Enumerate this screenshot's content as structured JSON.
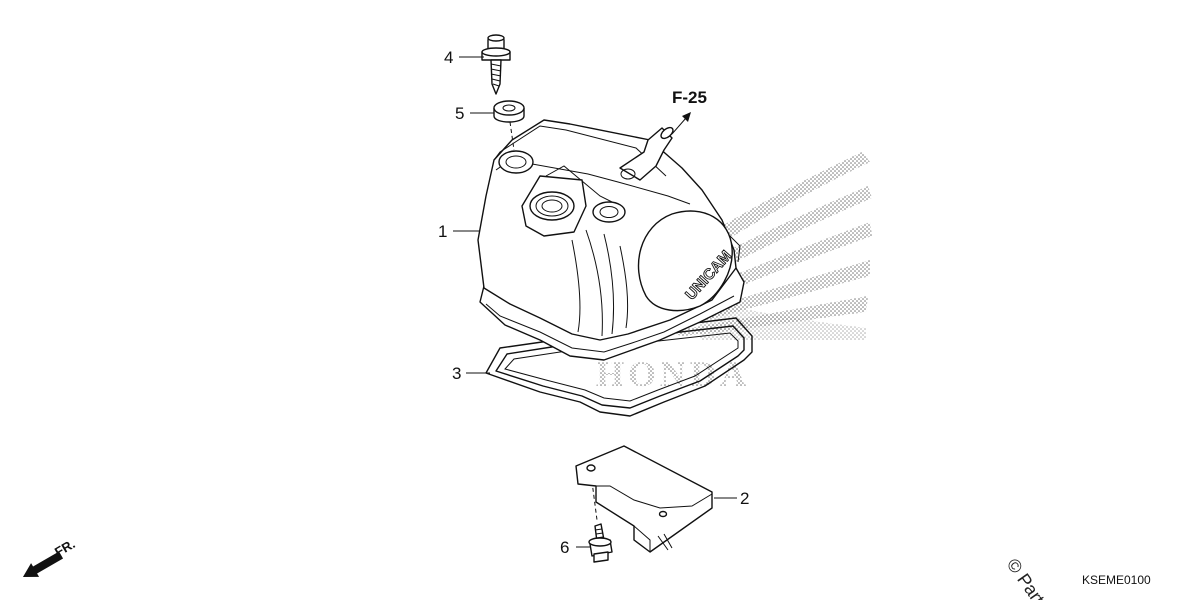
{
  "diagram": {
    "callouts": {
      "p1": "1",
      "p2": "2",
      "p3": "3",
      "p4": "4",
      "p5": "5",
      "p6": "6"
    },
    "ref_label": "F-25",
    "emboss_text": "UNICAM",
    "watermark_text": "HONDA",
    "front_label": "FR.",
    "diagram_code": "KSEME0100",
    "copyright": "© Part"
  }
}
